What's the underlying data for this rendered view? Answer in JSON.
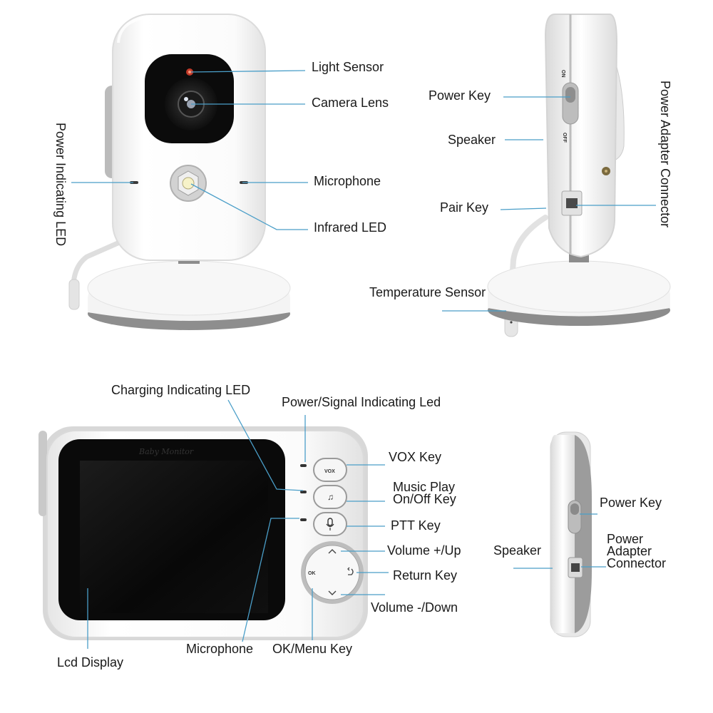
{
  "camera_front": {
    "power_indicating_led": "Power Indicating LED",
    "light_sensor": "Light Sensor",
    "camera_lens": "Camera Lens",
    "microphone": "Microphone",
    "infrared_led": "Infrared LED"
  },
  "camera_side": {
    "power_key": "Power Key",
    "speaker": "Speaker",
    "pair_key": "Pair Key",
    "temperature_sensor": "Temperature Sensor",
    "power_adapter_connector": "Power Adapter Connector",
    "switch_on": "ON",
    "switch_off": "OFF"
  },
  "monitor_front": {
    "brand": "Baby Monitor",
    "charging_indicating_led": "Charging Indicating LED",
    "power_signal_indicating_led": "Power/Signal Indicating Led",
    "vox_key": "VOX Key",
    "music_play_line1": "Music Play",
    "music_play_line2": "On/Off Key",
    "ptt_key": "PTT Key",
    "volume_up": "Volume +/Up",
    "return_key": "Return Key",
    "volume_down": "Volume -/Down",
    "ok_menu_key": "OK/Menu Key",
    "microphone": "Microphone",
    "lcd_display": "Lcd Display",
    "button_vox": "VOX",
    "button_ok": "OK"
  },
  "monitor_side": {
    "power_key": "Power Key",
    "speaker": "Speaker",
    "power_adapter_line1": "Power",
    "power_adapter_line2": "Adapter",
    "power_adapter_line3": "Connector"
  }
}
